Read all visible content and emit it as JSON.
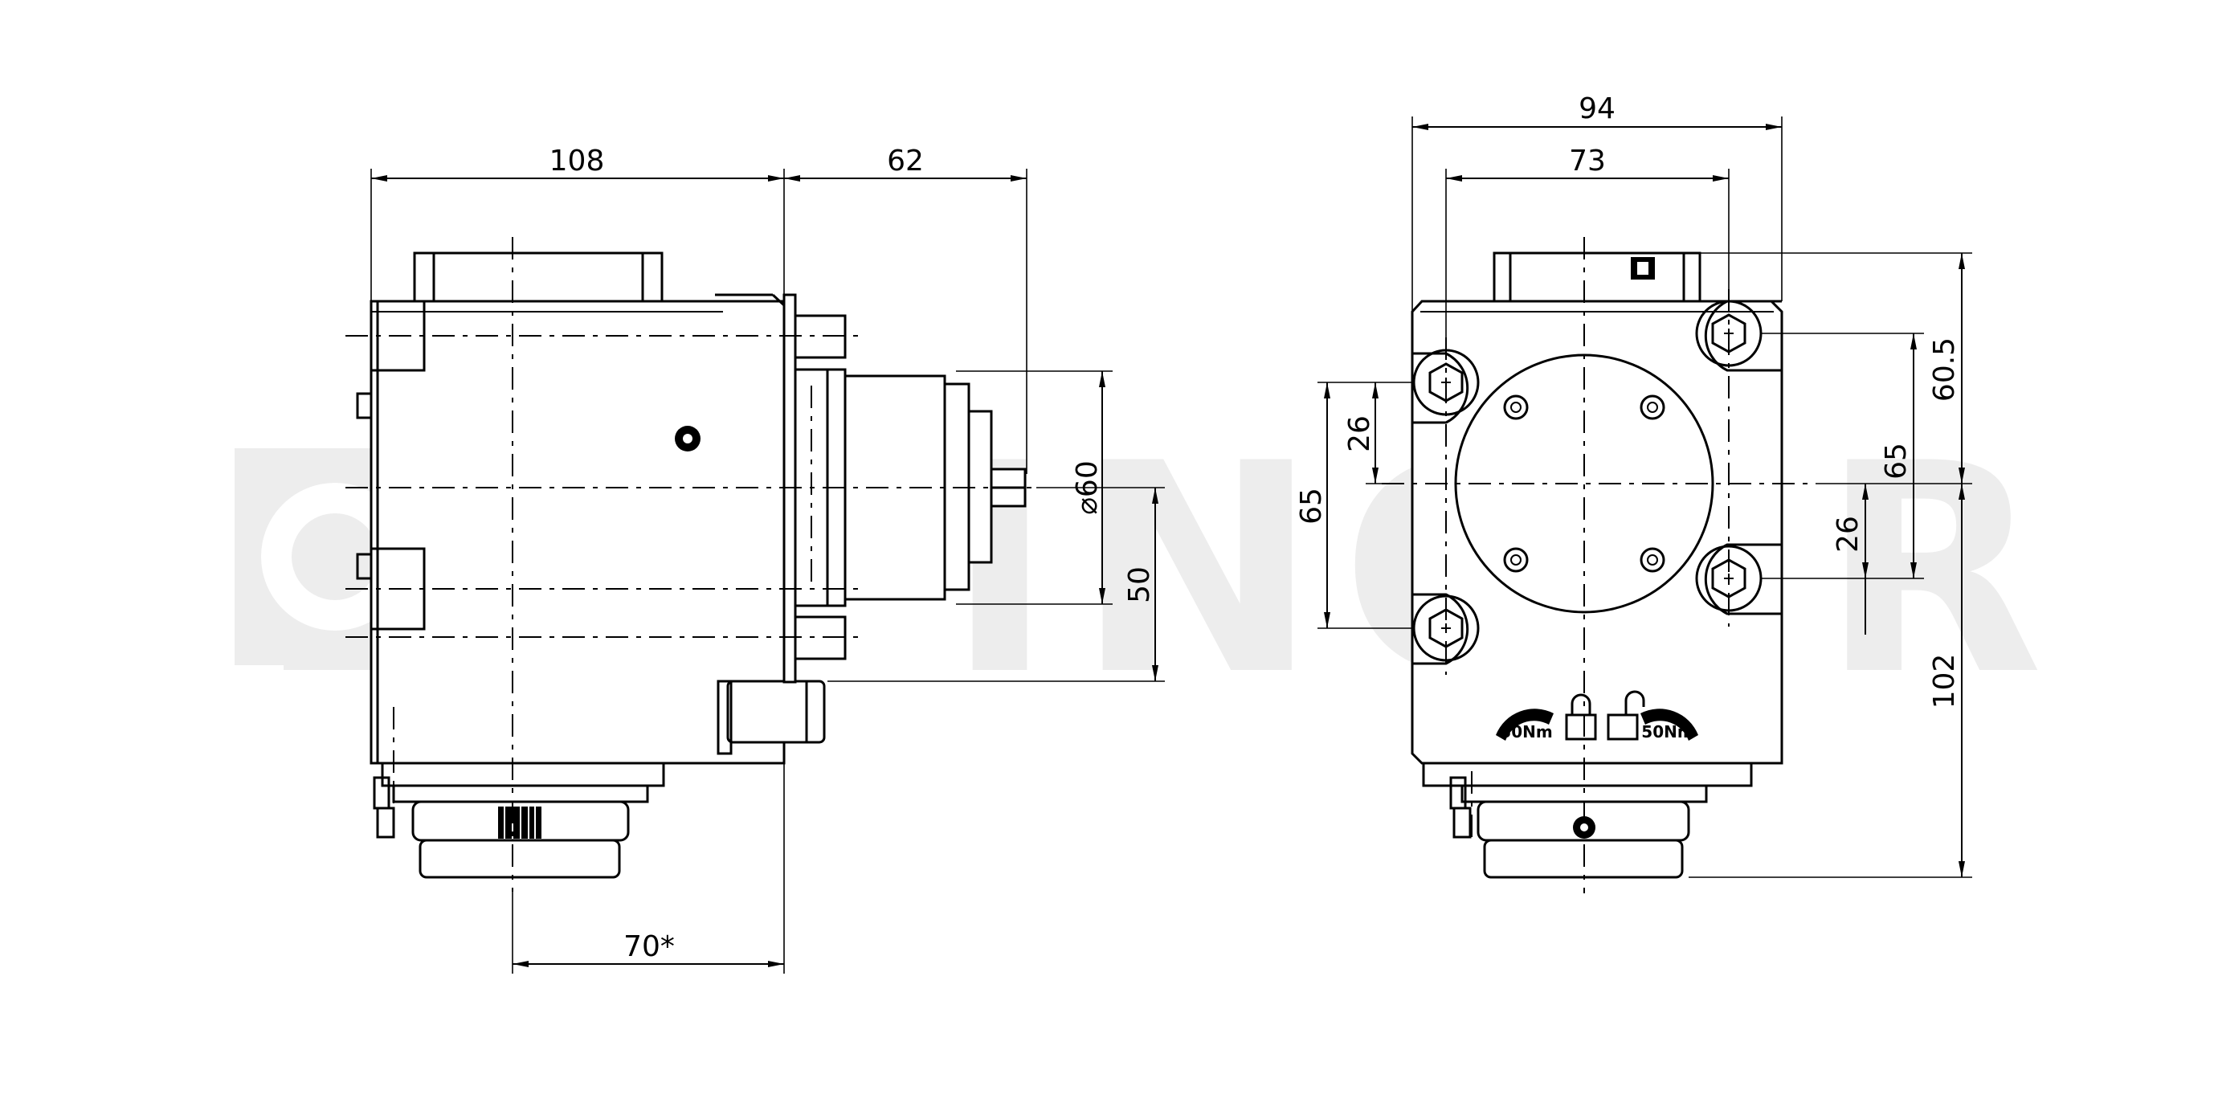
{
  "watermark": {
    "text": "EPPINGER"
  },
  "side_view": {
    "dim_108": "108",
    "dim_62": "62",
    "dim_diameter": "⌀60",
    "dim_50": "50",
    "dim_70": "70*"
  },
  "front_view": {
    "dim_94": "94",
    "dim_73": "73",
    "dim_60_5": "60.5",
    "dim_65_right": "65",
    "dim_26_right": "26",
    "dim_102": "102",
    "dim_26_left": "26",
    "dim_65_left": "65",
    "torque_left": "50Nm",
    "torque_right": "50Nm"
  }
}
